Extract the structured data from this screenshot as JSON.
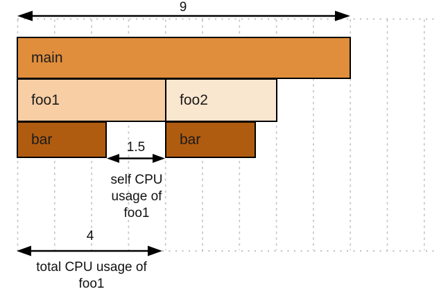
{
  "diagram": {
    "description": "flame-graph CPU usage diagram",
    "frames": [
      {
        "label": "main",
        "depth": 0,
        "units_wide": 9,
        "fill": "#E08E3C"
      },
      {
        "label": "foo1",
        "depth": 1,
        "units_wide": 4,
        "fill": "#F8CEA4"
      },
      {
        "label": "foo2",
        "depth": 1,
        "units_wide": 3,
        "fill": "#FAE7CF"
      },
      {
        "label": "bar",
        "depth": 2,
        "units_wide": 2.5,
        "fill": "#B05C10"
      },
      {
        "label": "bar",
        "depth": 2,
        "units_wide": 2.5,
        "fill": "#B05C10"
      }
    ],
    "measurements": {
      "total_span": {
        "value": "9"
      },
      "self_foo1": {
        "value": "1.5",
        "caption": "self CPU\nusage of\nfoo1"
      },
      "total_foo1": {
        "value": "4",
        "caption": "total CPU usage of\nfoo1"
      }
    },
    "colors": {
      "main_fill": "#E08E3C",
      "foo1_fill": "#F8CEA4",
      "foo2_fill": "#FAE7CF",
      "bar_fill": "#B05C10",
      "frame_border": "#000000",
      "gridline": "#C8C8C8",
      "dotted_line": "#B5B5B5",
      "arrow": "#000000",
      "background": "#FFFFFF"
    }
  }
}
